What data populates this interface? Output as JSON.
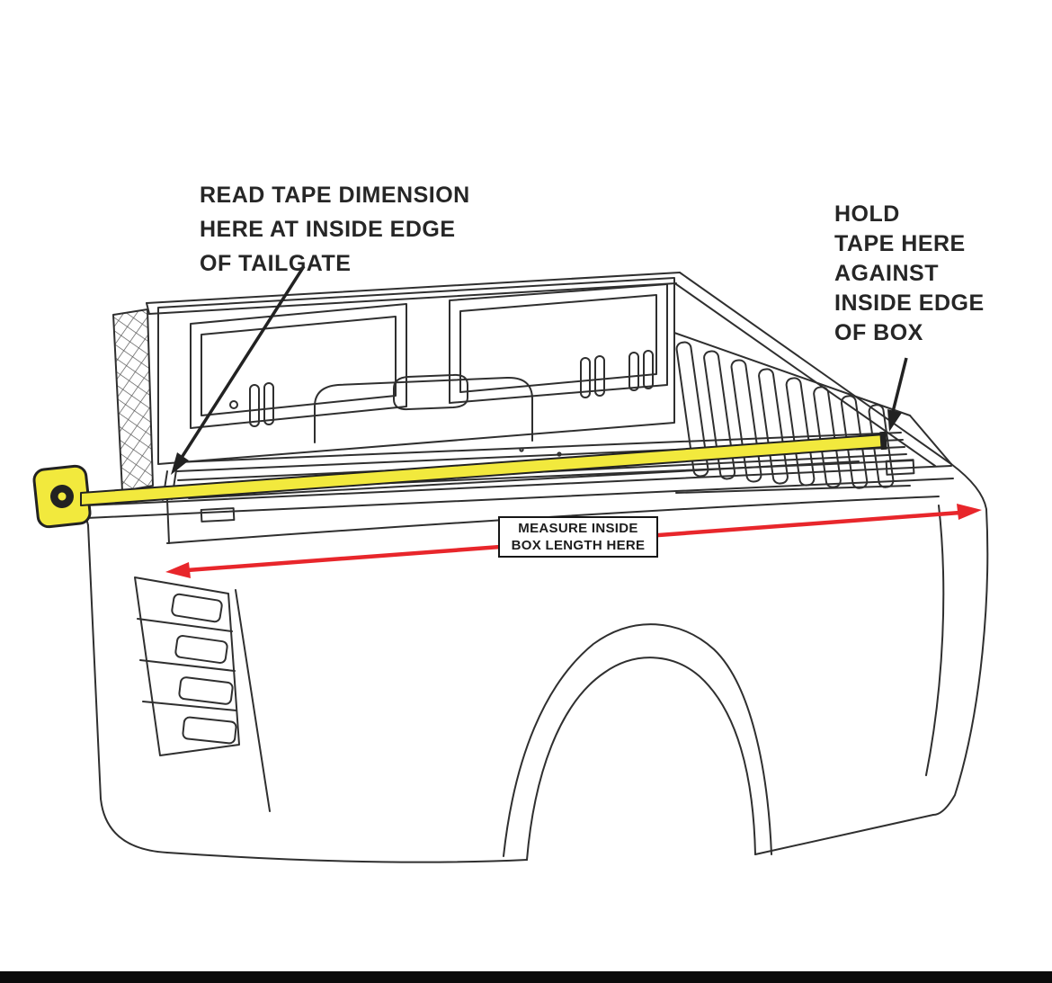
{
  "annotations": {
    "read_tape": "READ TAPE DIMENSION\nHERE AT INSIDE EDGE\nOF TAILGATE",
    "hold_tape": "HOLD\nTAPE HERE\nAGAINST\nINSIDE EDGE\nOF BOX",
    "measure_line1": "MEASURE INSIDE",
    "measure_line2": "BOX LENGTH HERE"
  },
  "colors": {
    "tape_yellow": "#f2e93d",
    "arrow_red": "#e8262b",
    "line": "#2f2f2f",
    "footer_bar": "#0b0b0b"
  }
}
